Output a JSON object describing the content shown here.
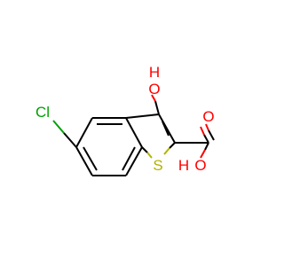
{
  "molecule": {
    "atoms": {
      "chlorine": "Cl",
      "sulfur": "S",
      "hydroxyl_oxygen": "O",
      "hydroxyl_hydrogen": "H",
      "carbonyl_oxygen": "O",
      "acid_oxygen": "O",
      "acid_hydrogen": "H"
    },
    "colors": {
      "bond": "#000000",
      "oxygen": "#ff0000",
      "sulfur": "#b2b200",
      "chlorine": "#00a000",
      "background": "#ffffff"
    }
  }
}
